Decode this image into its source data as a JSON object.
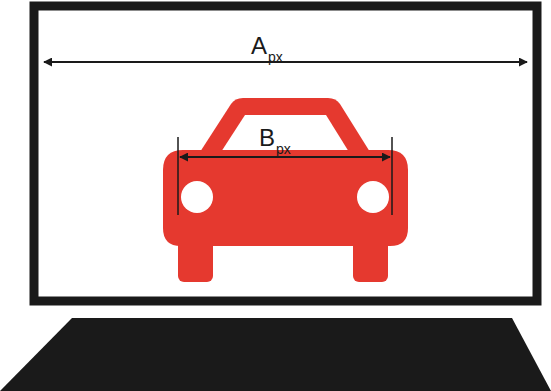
{
  "diagram": {
    "labels": [
      "A",
      "px",
      "B",
      "px"
    ]
  }
}
